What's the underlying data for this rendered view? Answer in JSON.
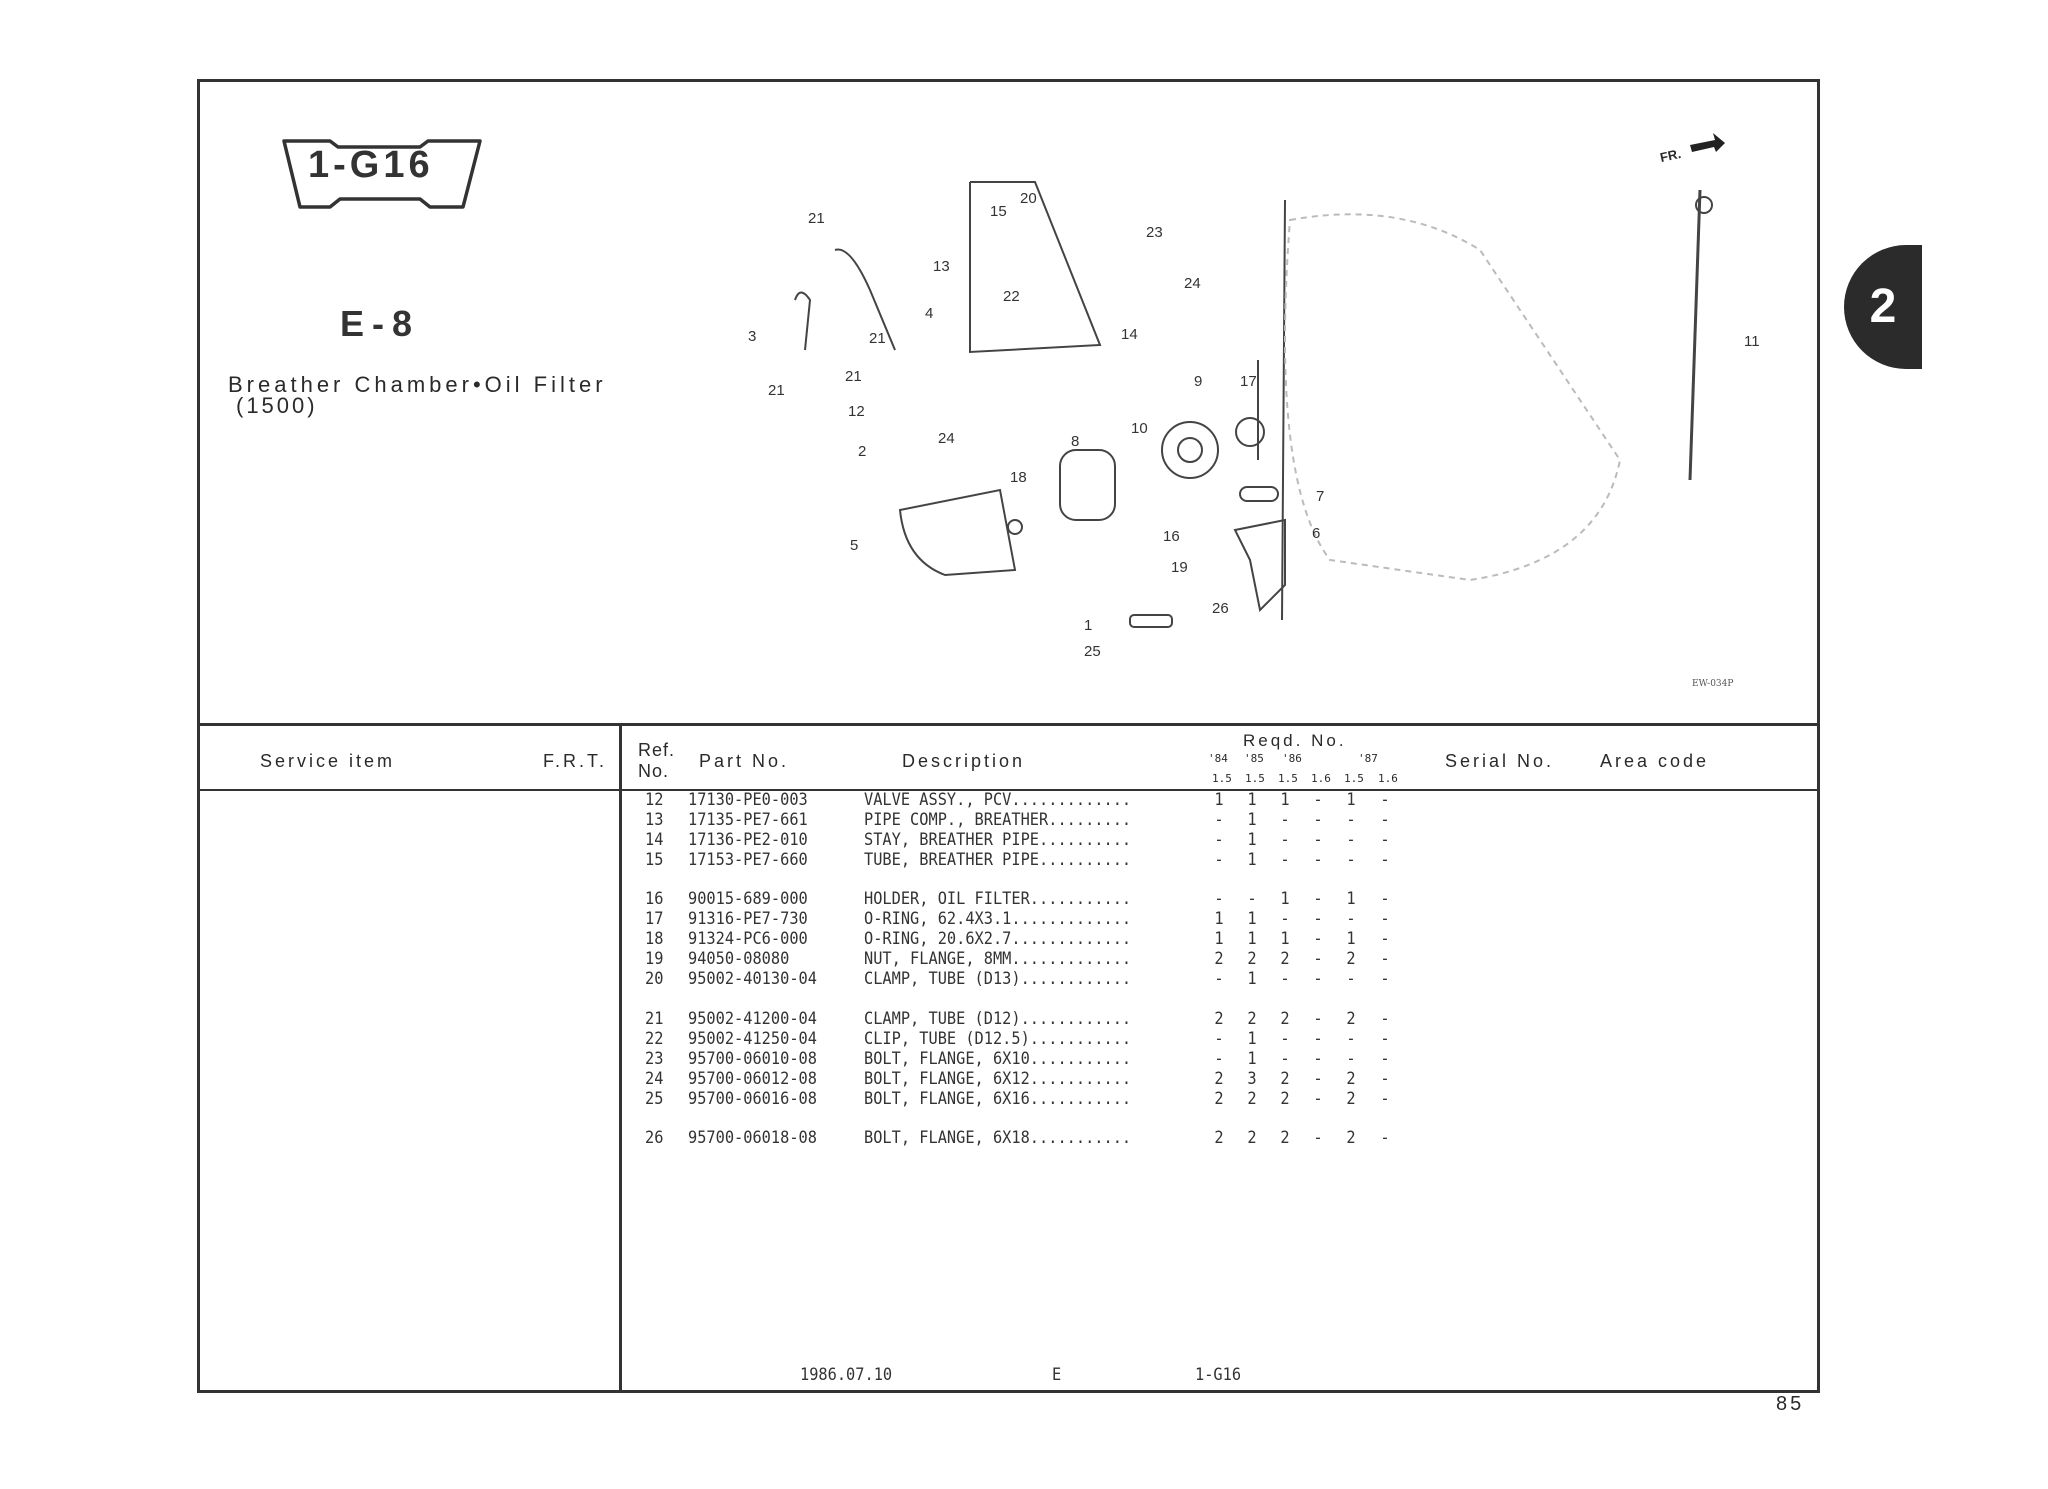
{
  "header": {
    "code": "1-G16",
    "section": "E-8",
    "title": "Breather Chamber•Oil Filter",
    "subtitle": "(1500)"
  },
  "diagram": {
    "direction_label": "FR.",
    "figure_code": "EW-034P",
    "callouts": [
      "21",
      "15",
      "20",
      "23",
      "13",
      "22",
      "24",
      "14",
      "4",
      "3",
      "21",
      "21",
      "21",
      "12",
      "9",
      "17",
      "11",
      "10",
      "2",
      "24",
      "8",
      "18",
      "7",
      "5",
      "16",
      "6",
      "19",
      "26",
      "1",
      "25"
    ]
  },
  "side_tab": "2",
  "table": {
    "columns": {
      "service_item": "Service item",
      "frt": "F.R.T.",
      "ref": "Ref.",
      "ref2": "No.",
      "part_no": "Part No.",
      "description": "Description",
      "reqd": "Reqd. No.",
      "years": [
        "'84",
        "'85",
        "'86",
        "'87"
      ],
      "engines": [
        "1.5",
        "1.5",
        "1.5",
        "1.6",
        "1.5",
        "1.6"
      ],
      "serial": "Serial No.",
      "area": "Area code"
    },
    "rows": [
      {
        "ref": "12",
        "part": "17130-PE0-003",
        "desc": "VALVE ASSY., PCV.............",
        "qty": [
          "1",
          "1",
          "1",
          "-",
          "1",
          "-"
        ]
      },
      {
        "ref": "13",
        "part": "17135-PE7-661",
        "desc": "PIPE COMP., BREATHER.........",
        "qty": [
          "-",
          "1",
          "-",
          "-",
          "-",
          "-"
        ]
      },
      {
        "ref": "14",
        "part": "17136-PE2-010",
        "desc": "STAY, BREATHER PIPE..........",
        "qty": [
          "-",
          "1",
          "-",
          "-",
          "-",
          "-"
        ]
      },
      {
        "ref": "15",
        "part": "17153-PE7-660",
        "desc": "TUBE, BREATHER PIPE..........",
        "qty": [
          "-",
          "1",
          "-",
          "-",
          "-",
          "-"
        ]
      },
      {
        "ref": "16",
        "part": "90015-689-000",
        "desc": "HOLDER, OIL FILTER...........",
        "qty": [
          "-",
          "-",
          "1",
          "-",
          "1",
          "-"
        ]
      },
      {
        "ref": "17",
        "part": "91316-PE7-730",
        "desc": "O-RING, 62.4X3.1.............",
        "qty": [
          "1",
          "1",
          "-",
          "-",
          "-",
          "-"
        ]
      },
      {
        "ref": "18",
        "part": "91324-PC6-000",
        "desc": "O-RING, 20.6X2.7.............",
        "qty": [
          "1",
          "1",
          "1",
          "-",
          "1",
          "-"
        ]
      },
      {
        "ref": "19",
        "part": "94050-08080",
        "desc": "NUT, FLANGE, 8MM.............",
        "qty": [
          "2",
          "2",
          "2",
          "-",
          "2",
          "-"
        ]
      },
      {
        "ref": "20",
        "part": "95002-40130-04",
        "desc": "CLAMP, TUBE (D13)............",
        "qty": [
          "-",
          "1",
          "-",
          "-",
          "-",
          "-"
        ]
      },
      {
        "ref": "21",
        "part": "95002-41200-04",
        "desc": "CLAMP, TUBE (D12)............",
        "qty": [
          "2",
          "2",
          "2",
          "-",
          "2",
          "-"
        ]
      },
      {
        "ref": "22",
        "part": "95002-41250-04",
        "desc": "CLIP, TUBE (D12.5)...........",
        "qty": [
          "-",
          "1",
          "-",
          "-",
          "-",
          "-"
        ]
      },
      {
        "ref": "23",
        "part": "95700-06010-08",
        "desc": "BOLT, FLANGE, 6X10...........",
        "qty": [
          "-",
          "1",
          "-",
          "-",
          "-",
          "-"
        ]
      },
      {
        "ref": "24",
        "part": "95700-06012-08",
        "desc": "BOLT, FLANGE, 6X12...........",
        "qty": [
          "2",
          "3",
          "2",
          "-",
          "2",
          "-"
        ]
      },
      {
        "ref": "25",
        "part": "95700-06016-08",
        "desc": "BOLT, FLANGE, 6X16...........",
        "qty": [
          "2",
          "2",
          "2",
          "-",
          "2",
          "-"
        ]
      },
      {
        "ref": "26",
        "part": "95700-06018-08",
        "desc": "BOLT, FLANGE, 6X18...........",
        "qty": [
          "2",
          "2",
          "2",
          "-",
          "2",
          "-"
        ]
      }
    ]
  },
  "footer": {
    "date": "1986.07.10",
    "edition": "E",
    "code": "1-G16",
    "page": "85"
  }
}
